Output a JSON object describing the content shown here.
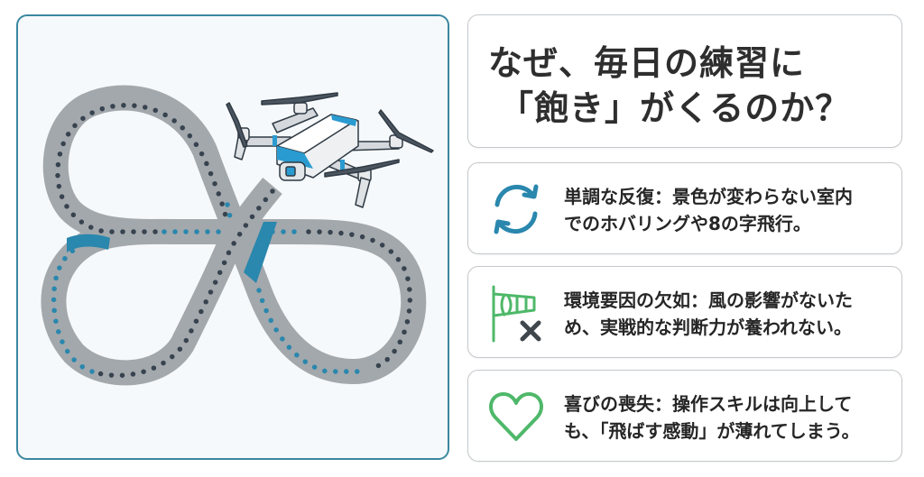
{
  "illustration": {
    "subject": "drone-flying-figure-8-path",
    "colors": {
      "panel_border": "#3b87a0",
      "panel_bg": "#f6f9fb",
      "track": "#a3a8ac",
      "dots_dark": "#37434f",
      "dots_blue": "#2a87ad",
      "drone_accent": "#1f8cc0"
    }
  },
  "title": {
    "line1": "なぜ、毎日の練習に",
    "line2": "「飽き」がくるのか？"
  },
  "reasons": [
    {
      "icon": "refresh-cycle-icon",
      "icon_color": "#2a87ad",
      "line1": "単調な反復：景色が変わらない室内",
      "line2": "でのホバリングや8の字飛行。"
    },
    {
      "icon": "windsock-crossed-icon",
      "icon_color": "#4fb86a",
      "line1": "環境要因の欠如：風の影響がないた",
      "line2": "め、実戦的な判断力が養われない。"
    },
    {
      "icon": "heart-outline-icon",
      "icon_color": "#4fb86a",
      "line1": "喜びの喪失：操作スキルは向上して",
      "line2": "も、「飛ばす感動」が薄れてしまう。"
    }
  ]
}
